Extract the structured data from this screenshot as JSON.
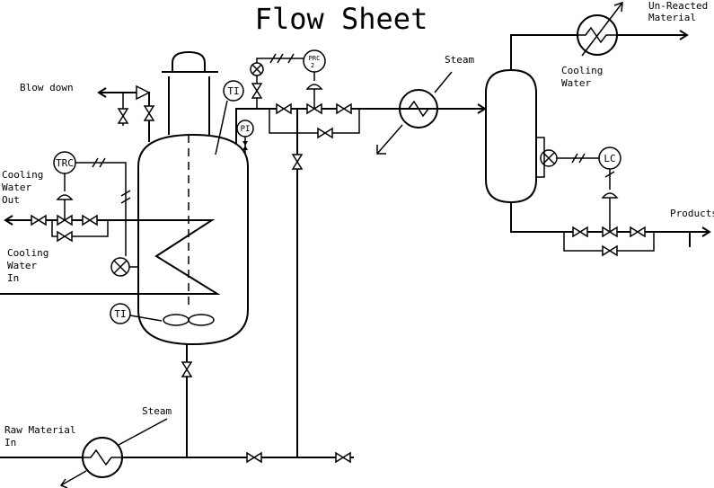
{
  "title": "Flow Sheet",
  "labels": {
    "blow_down": "Blow down",
    "cooling_water_out": [
      "Cooling",
      "Water",
      "Out"
    ],
    "cooling_water_in": [
      "Cooling",
      "Water",
      "In"
    ],
    "raw_material_in": [
      "Raw Material",
      "In"
    ],
    "steam_bottom": "Steam",
    "steam_top": "Steam",
    "unreacted_material": [
      "Un-Reacted",
      "Material"
    ],
    "cooling_water_condenser": [
      "Cooling",
      "Water"
    ],
    "products": "Products"
  },
  "instruments": {
    "trc": "TRC",
    "ti_top": "TI",
    "pi": "PI",
    "prc": [
      "PRC",
      "2"
    ],
    "ti_bottom": "TI",
    "lc": "LC"
  }
}
